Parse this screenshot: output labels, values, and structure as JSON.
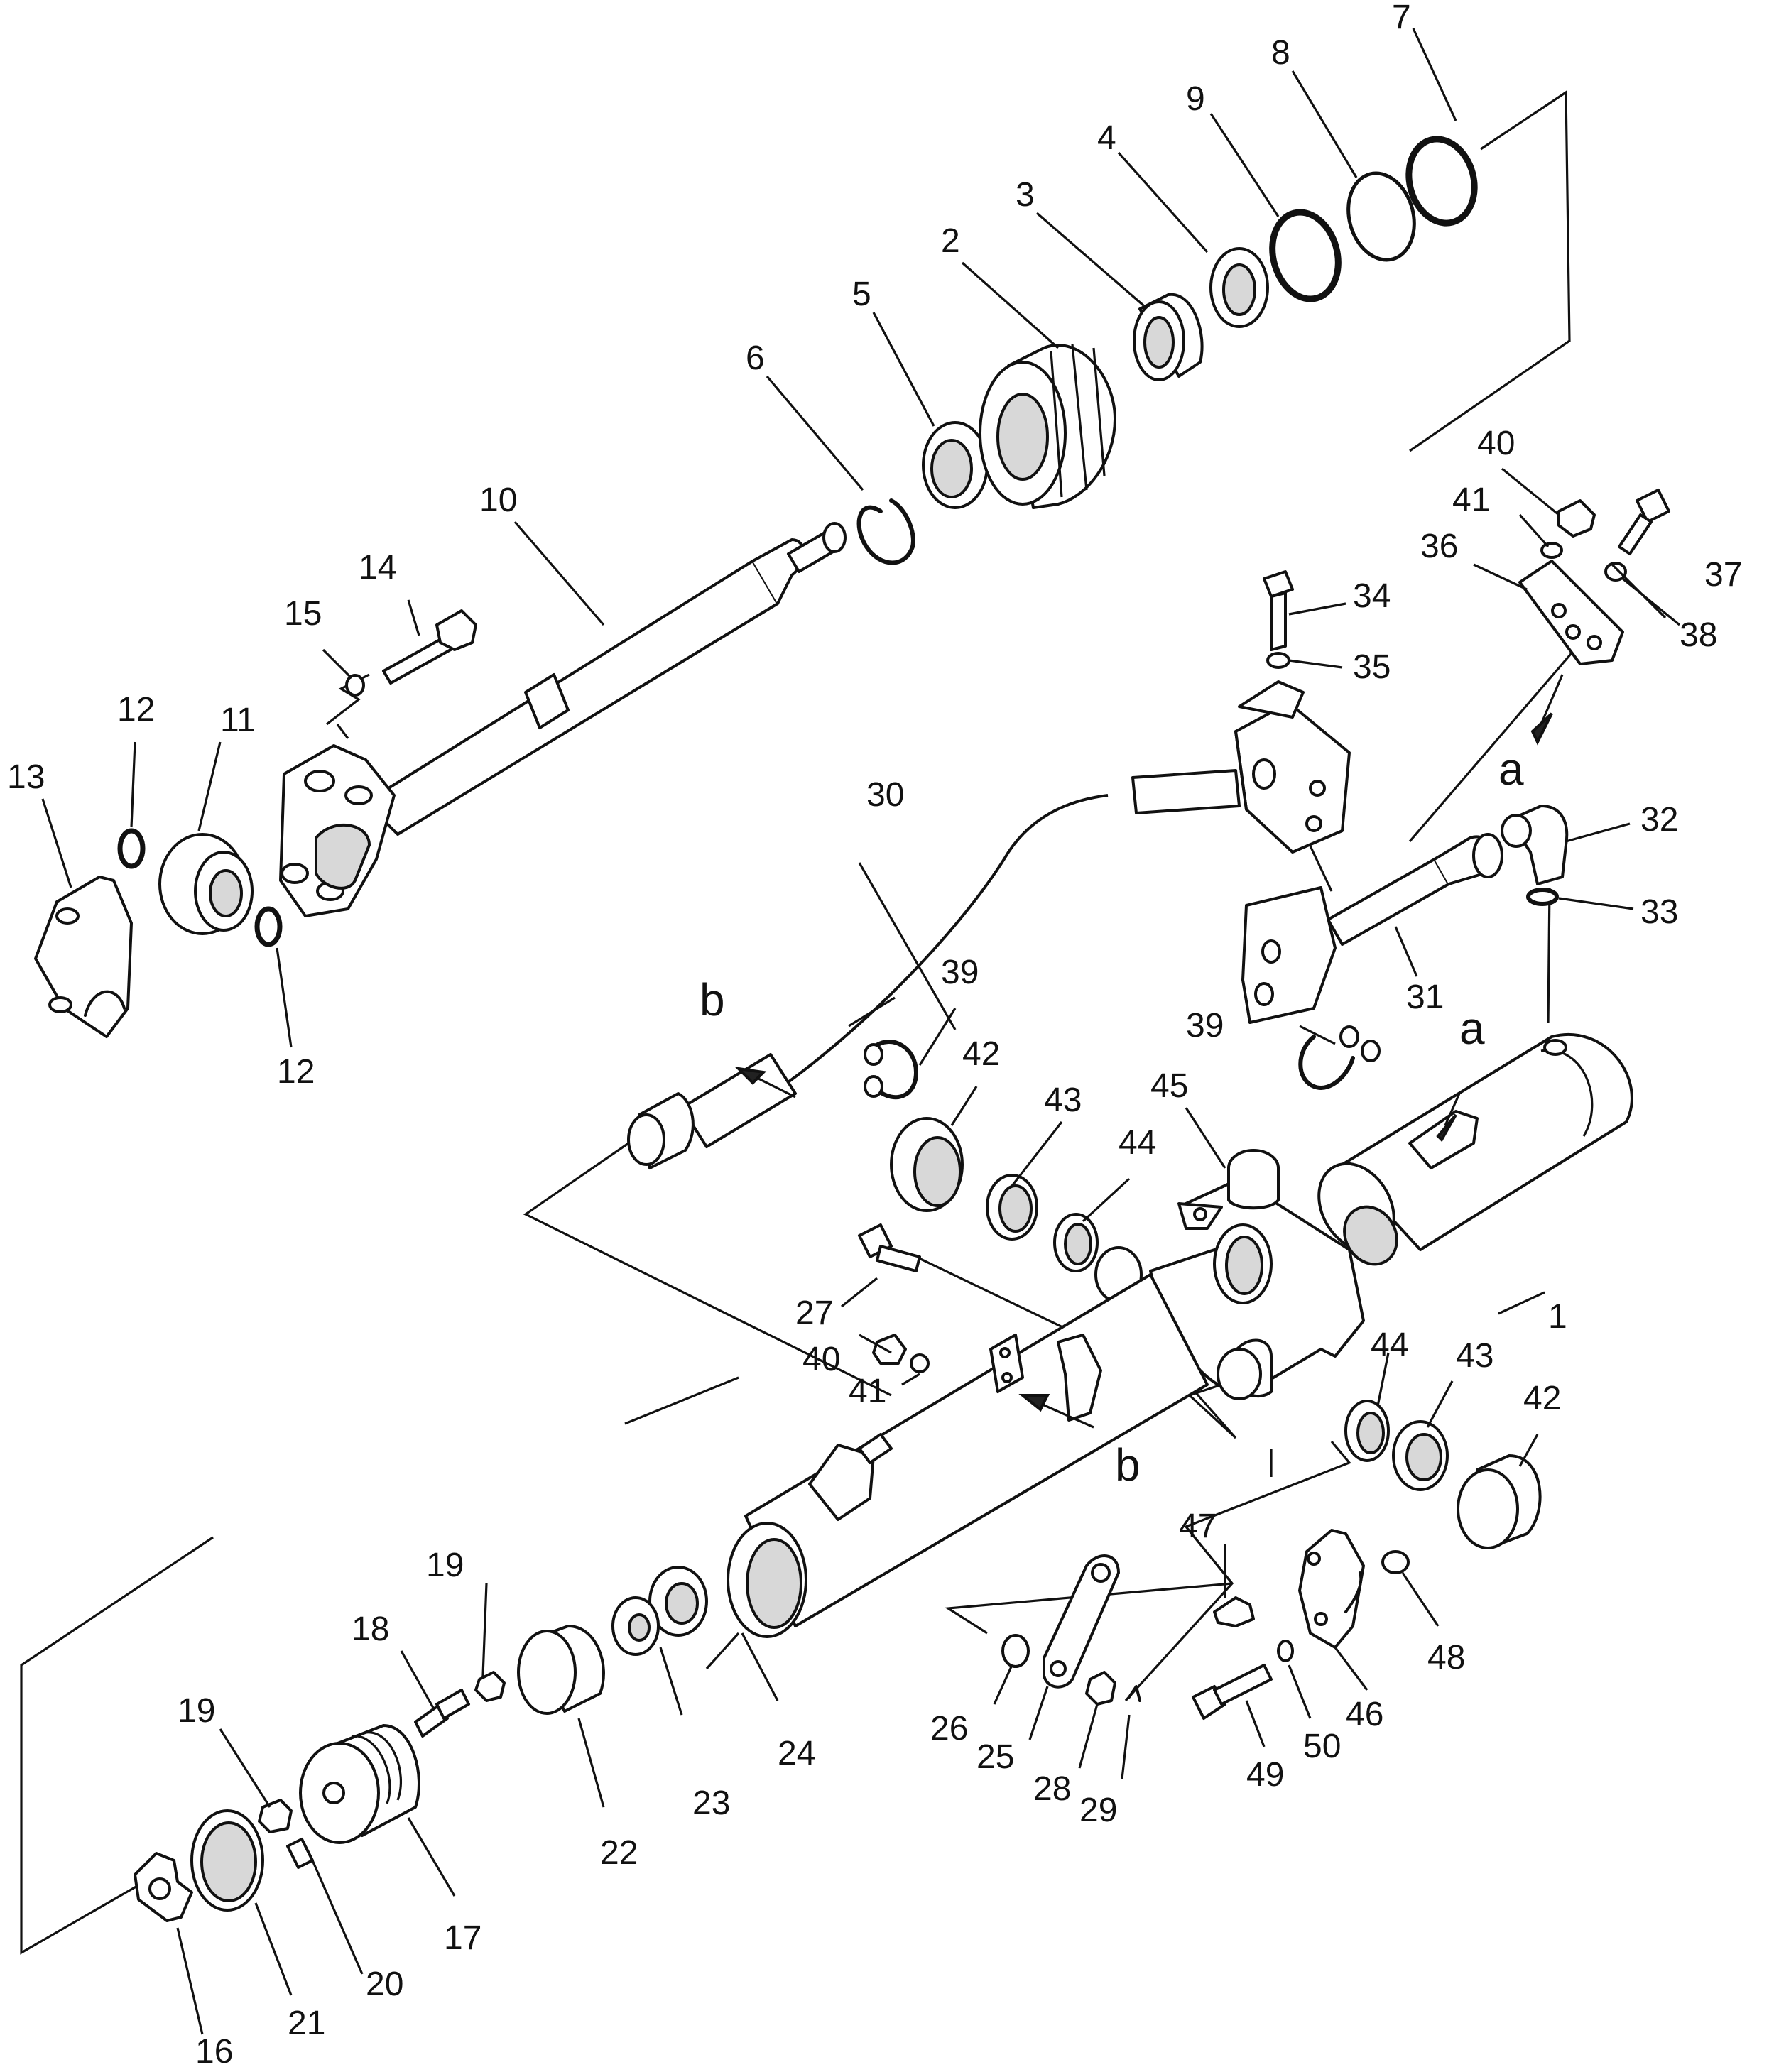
{
  "diagram": {
    "callouts": {
      "c1": "1",
      "c2": "2",
      "c3": "3",
      "c4": "4",
      "c5": "5",
      "c6": "6",
      "c7": "7",
      "c8": "8",
      "c9": "9",
      "c10": "10",
      "c11": "11",
      "c12a": "12",
      "c12b": "12",
      "c13": "13",
      "c14": "14",
      "c15": "15",
      "c16": "16",
      "c17": "17",
      "c18": "18",
      "c19a": "19",
      "c19b": "19",
      "c20": "20",
      "c21": "21",
      "c22": "22",
      "c23": "23",
      "c24": "24",
      "c25": "25",
      "c26": "26",
      "c27": "27",
      "c28": "28",
      "c29": "29",
      "c30": "30",
      "c31": "31",
      "c32": "32",
      "c33": "33",
      "c34": "34",
      "c35": "35",
      "c36": "36",
      "c37": "37",
      "c38": "38",
      "c39a": "39",
      "c39b": "39",
      "c40a": "40",
      "c40b": "40",
      "c41a": "41",
      "c41b": "41",
      "c42a": "42",
      "c42b": "42",
      "c43a": "43",
      "c43b": "43",
      "c44a": "44",
      "c44b": "44",
      "c45": "45",
      "c46": "46",
      "c47": "47",
      "c48": "48",
      "c49": "49",
      "c50": "50"
    },
    "references": {
      "a_top": "a",
      "a_cyl": "a",
      "b_left": "b",
      "b_center": "b"
    }
  }
}
